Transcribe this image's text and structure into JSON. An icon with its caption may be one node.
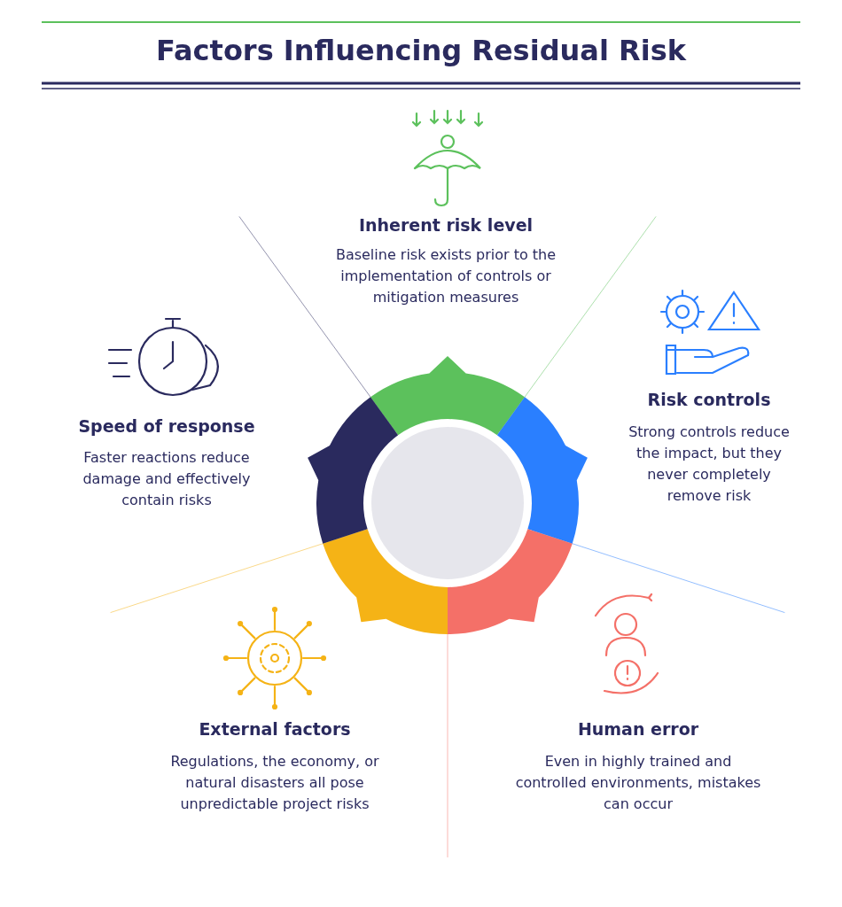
{
  "diagram": {
    "title": "Factors Influencing Residual Risk",
    "labels": [
      "Inherent risk level",
      "Baseline risk exists prior to the implementation of controls or mitigation measures",
      "Risk controls",
      "Strong controls reduce the impact, but they never completely remove risk",
      "Speed of response",
      "Faster reactions reduce damage and effectively contain risks",
      "External factors",
      "Regulations, the economy, or natural disasters all pose unpredictable project risks",
      "Human error",
      "Even in highly trained and controlled environments, mistakes can occur"
    ]
  }
}
